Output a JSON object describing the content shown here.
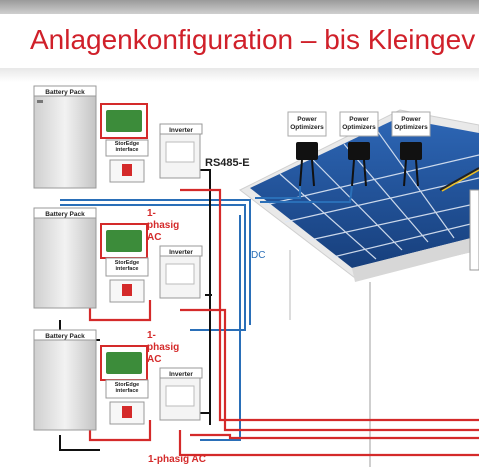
{
  "slide": {
    "title": "Anlagenkonfiguration – bis Kleingev"
  },
  "diagram": {
    "battery_label": "Battery Pack",
    "storedge_label": "StorEdge interface",
    "inverter_label": "Inverter",
    "optimizer_label": "Power Optimizers",
    "rs485_label": "RS485-E",
    "dc_label": "DC",
    "ac_label_1": "1-\nphasig\nAC",
    "ac_label_2": "1-\nphasig\nAC",
    "ac_label_bottom": "1-phasig AC",
    "colors": {
      "title_red": "#d0202a",
      "ac_red": "#d42a2a",
      "dc_blue": "#2a6fb8",
      "cable_black": "#111111",
      "panel_blue": "#1f4f9a"
    }
  }
}
